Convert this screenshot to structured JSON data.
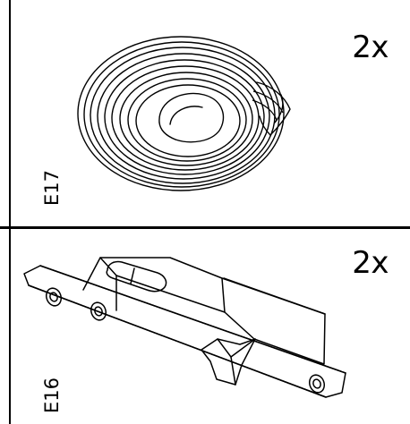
{
  "parts": [
    {
      "code": "E17",
      "quantity": "2x",
      "icon": "rolled-tape-icon"
    },
    {
      "code": "E16",
      "quantity": "2x",
      "icon": "bolt-latch-icon"
    }
  ]
}
